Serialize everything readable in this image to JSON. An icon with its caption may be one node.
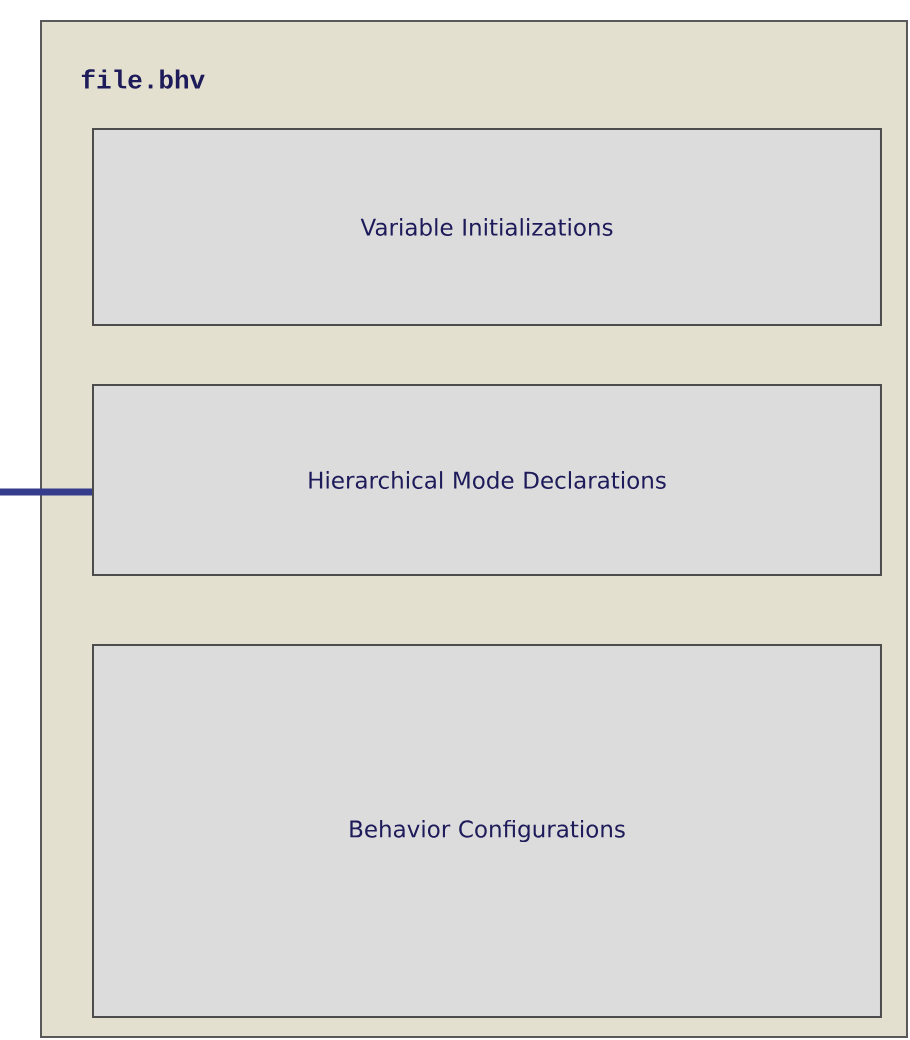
{
  "diagram": {
    "nodes": [
      {
        "text": [
          "file.bhv"
        ]
      },
      {
        "text": [
          "Variable Initializations"
        ],
        "in": 0
      },
      {
        "text": [
          "Hierarchical Mode Declarations"
        ],
        "in": 0
      },
      {
        "text": [
          "Behavior Configurations"
        ],
        "in": 0
      }
    ],
    "edges": [
      {
        "from": null,
        "to": 2,
        "arrow": "none"
      }
    ]
  }
}
